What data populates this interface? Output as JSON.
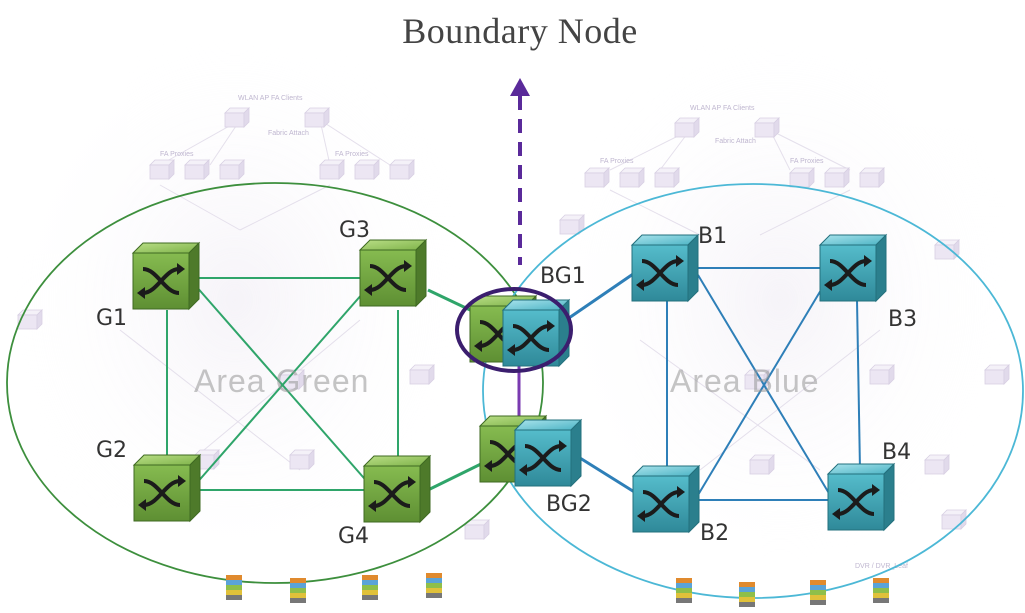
{
  "title": "Boundary Node",
  "areas": {
    "green": {
      "label": "Area Green",
      "color": "#2f9a55"
    },
    "blue": {
      "label": "Area Blue",
      "color": "#2e7fb8"
    }
  },
  "nodes": {
    "G1": "G1",
    "G2": "G2",
    "G3": "G3",
    "G4": "G4",
    "BG1": "BG1",
    "BG2": "BG2",
    "B1": "B1",
    "B2": "B2",
    "B3": "B3",
    "B4": "B4"
  },
  "background_text": {
    "wlan_left": "WLAN AP FA Clients",
    "wlan_right": "WLAN AP FA Clients",
    "fabric_attach_left": "Fabric Attach",
    "fabric_attach_right": "Fabric Attach",
    "fa_proxies_1": "FA Proxies",
    "fa_proxies_2": "FA Proxies",
    "fa_proxies_3": "FA Proxies",
    "fa_proxies_4": "FA Proxies",
    "dvr_leaf": "DVR / DVR_Leaf"
  },
  "colors": {
    "green_switch": "#7fb34a",
    "blue_switch": "#4bb3c4",
    "boundary_ring": "#3b1e6e",
    "arrow": "#5a2a9a"
  }
}
